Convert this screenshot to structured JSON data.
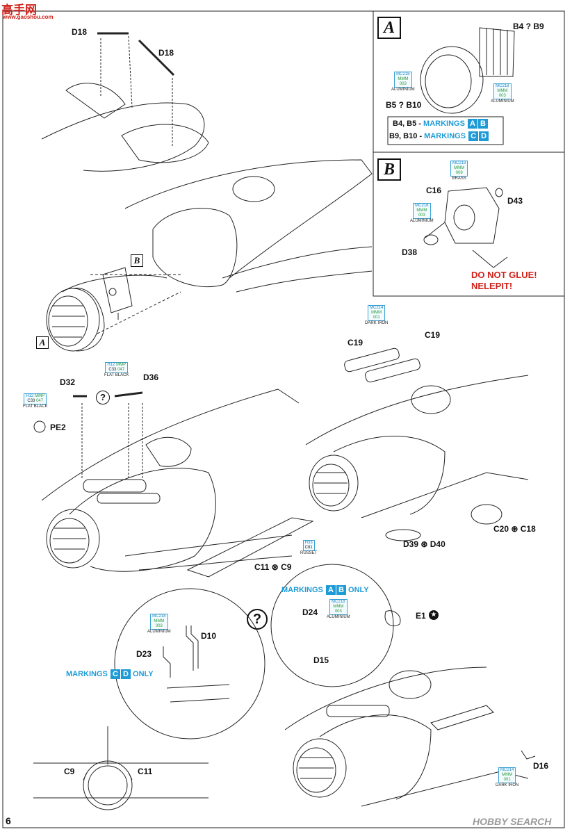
{
  "watermark_top": {
    "title": "高手网",
    "url": "www.gaoshou.com"
  },
  "watermark_bottom": "HOBBY SEARCH",
  "page_number": "6",
  "panel_a": {
    "letter": "A",
    "label_b4_b9": "B4 ? B9",
    "label_b5_b10": "B5 ? B10",
    "callout_left": {
      "code1": "MC218",
      "code2": "MMM",
      "code3": "003",
      "name": "ALUMINIUM"
    },
    "callout_right": {
      "code1": "MC218",
      "code2": "MMM",
      "code3": "003",
      "name": "ALUMINIUM"
    },
    "markings_line1": {
      "parts": "B4, B5 -",
      "word": "MARKINGS",
      "t1": "A",
      "t2": "B"
    },
    "markings_line2": {
      "parts": "B9, B10 -",
      "word": "MARKINGS",
      "t1": "C",
      "t2": "D"
    }
  },
  "panel_b": {
    "letter": "B",
    "label_c16": "C16",
    "label_d43": "D43",
    "label_d38": "D38",
    "callout_top": {
      "code1": "MC219",
      "code2": "MMM",
      "code3": "009",
      "name": "BRASS"
    },
    "callout_left": {
      "code1": "MC218",
      "code2": "MMM",
      "code3": "003",
      "name": "ALUMINIUM"
    },
    "warning1": "DO NOT GLUE!",
    "warning2": "NELEPIT!"
  },
  "step_top_left": {
    "d18_a": "D18",
    "d18_b": "D18",
    "ref_b": "B",
    "ref_a": "A"
  },
  "step_mid_left": {
    "d32": "D32",
    "d36": "D36",
    "pe2": "PE2",
    "c11_c9": "C11 ⊛ C9",
    "callout_d36": {
      "code1": "H12",
      "code2": "MMP",
      "code3": "C33",
      "code4": "047",
      "name": "FLAT BLACK"
    },
    "callout_pe2": {
      "code1": "H12",
      "code2": "MMP",
      "code3": "C33",
      "code4": "047",
      "name": "FLAT BLACK"
    },
    "callout_russet": {
      "code1": "H33",
      "code2": "C81",
      "name": "RUSSET"
    }
  },
  "step_mid_right": {
    "c19_a": "C19",
    "c19_b": "C19",
    "c20_c18": "C20 ⊛ C18",
    "d39_d40": "D39 ⊛ D40",
    "callout_iron": {
      "code1": "MC214",
      "code2": "MMM",
      "code3": "001",
      "name": "DARK IRON"
    }
  },
  "step_bottom_left": {
    "d10": "D10",
    "d23": "D23",
    "markings": {
      "word": "MARKINGS",
      "t1": "C",
      "t2": "D",
      "suffix": "ONLY"
    },
    "callout": {
      "code1": "MC218",
      "code2": "MMM",
      "code3": "003",
      "name": "ALUMINIUM"
    },
    "c9": "C9",
    "c11": "C11"
  },
  "step_bottom_right": {
    "d24": "D24",
    "d15": "D15",
    "e1": "E1",
    "d16": "D16",
    "markings": {
      "word": "MARKINGS",
      "t1": "A",
      "t2": "B",
      "suffix": "ONLY"
    },
    "callout_top": {
      "code1": "MC218",
      "code2": "MMM",
      "code3": "003",
      "name": "ALUMINIUM"
    },
    "callout_iron": {
      "code1": "MC214",
      "code2": "MMM",
      "code3": "001",
      "name": "DARK IRON"
    }
  },
  "colors": {
    "accent_blue": "#1e9bd7",
    "warning_red": "#d0221b",
    "line": "#222222"
  }
}
